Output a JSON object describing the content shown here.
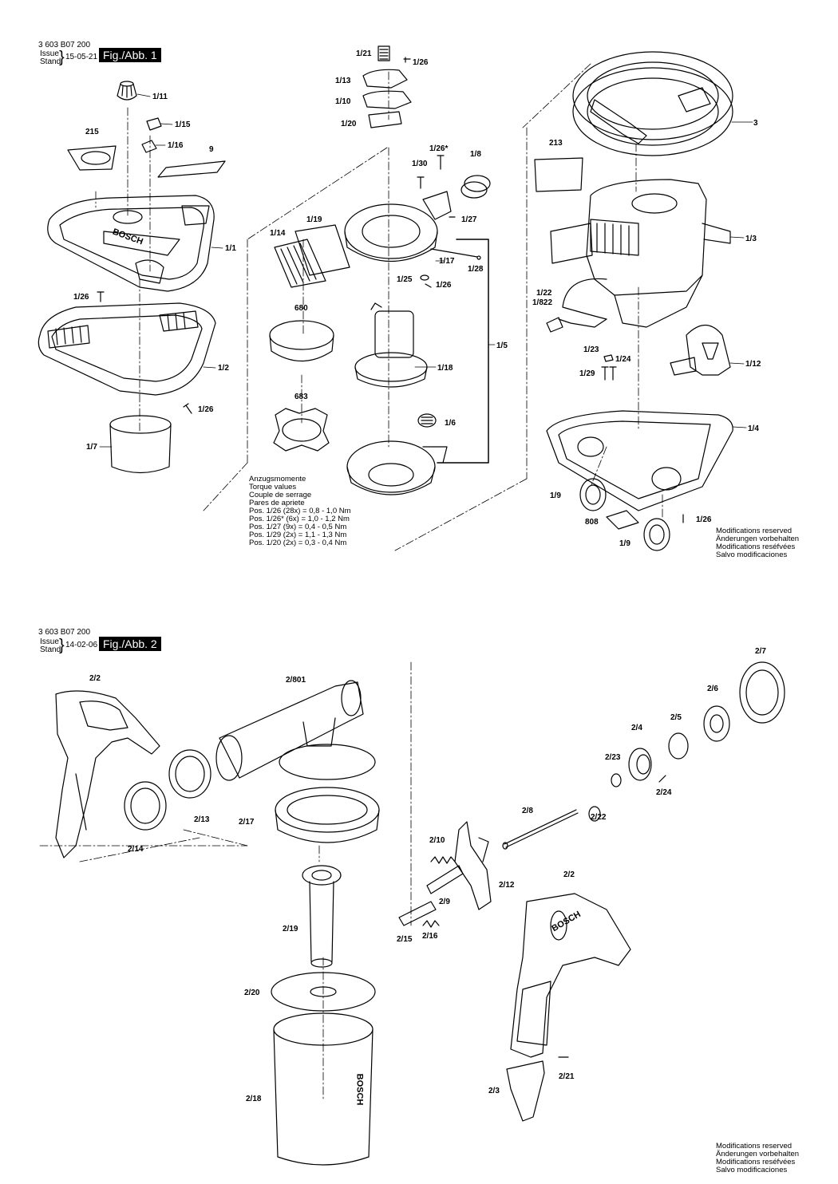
{
  "figure1": {
    "doc_number": "3 603 B07 200",
    "issue_label": "Issue",
    "stand_label": "Stand",
    "issue_date": "15-05-21",
    "fig_label": "Fig./Abb. 1",
    "parts": {
      "p1_21": "1/21",
      "p1_26a": "1/26",
      "p1_13": "1/13",
      "p1_10": "1/10",
      "p1_20": "1/20",
      "p1_11": "1/11",
      "p1_15": "1/15",
      "p1_16": "1/16",
      "p215": "215",
      "p9": "9",
      "p1_1": "1/1",
      "p1_26b": "1/26",
      "p1_2": "1/2",
      "p1_26c": "1/26",
      "p1_7": "1/7",
      "p1_26star": "1/26*",
      "p1_8": "1/8",
      "p1_30": "1/30",
      "p1_27": "1/27",
      "p1_19": "1/19",
      "p1_14": "1/14",
      "p1_17": "1/17",
      "p1_28": "1/28",
      "p1_25": "1/25",
      "p1_26d": "1/26",
      "p680": "680",
      "p1_18": "1/18",
      "p1_5": "1/5",
      "p683": "683",
      "p1_6": "1/6",
      "p3": "3",
      "p213": "213",
      "p1_3": "1/3",
      "p1_22": "1/22",
      "p1_822": "1/822",
      "p1_23": "1/23",
      "p1_24": "1/24",
      "p1_29": "1/29",
      "p1_12": "1/12",
      "p1_4": "1/4",
      "p1_9a": "1/9",
      "p808": "808",
      "p1_26e": "1/26",
      "p1_9b": "1/9"
    },
    "torque": {
      "lines": [
        "Anzugsmomente",
        "Torque values",
        "Couple de serrage",
        "Pares de apriete",
        "Pos. 1/26 (28x) = 0,8 - 1,0 Nm",
        "Pos. 1/26* (6x)  = 1,0 - 1,2 Nm",
        "Pos. 1/27 (9x)   = 0,4 - 0,5 Nm",
        "Pos. 1/29 (2x)   = 1,1 - 1,3 Nm",
        "Pos. 1/20 (2x)   = 0,3 - 0,4 Nm"
      ]
    },
    "modifications": [
      "Modifications reserved",
      "Änderungen vorbehalten",
      "Modifications reséfvées",
      "Salvo modificaciones"
    ]
  },
  "figure2": {
    "doc_number": "3 603 B07 200",
    "issue_label": "Issue",
    "stand_label": "Stand",
    "issue_date": "14-02-06",
    "fig_label": "Fig./Abb. 2",
    "parts": {
      "p2_2a": "2/2",
      "p2_801": "2/801",
      "p2_7": "2/7",
      "p2_6": "2/6",
      "p2_5": "2/5",
      "p2_4": "2/4",
      "p2_23": "2/23",
      "p2_24": "2/24",
      "p2_22": "2/22",
      "p2_13": "2/13",
      "p2_17": "2/17",
      "p2_14": "2/14",
      "p2_8": "2/8",
      "p2_10": "2/10",
      "p2_12": "2/12",
      "p2_9": "2/9",
      "p2_15": "2/15",
      "p2_16": "2/16",
      "p2_19": "2/19",
      "p2_2b": "2/2",
      "p2_20": "2/20",
      "p2_21": "2/21",
      "p2_3": "2/3",
      "p2_18": "2/18"
    },
    "modifications": [
      "Modifications reserved",
      "Änderungen vorbehalten",
      "Modifications reséfvées",
      "Salvo modificaciones"
    ]
  },
  "brand": "BOSCH"
}
